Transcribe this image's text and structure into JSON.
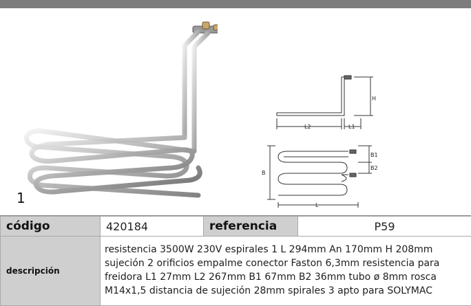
{
  "photo": {
    "number": "1"
  },
  "drawing": {
    "labels": {
      "h": "H",
      "l1": "L1",
      "l2": "L2",
      "b": "B",
      "b1": "B1",
      "b2": "B2",
      "l": "L"
    }
  },
  "table": {
    "codigo_label": "código",
    "codigo_value": "420184",
    "referencia_label": "referencia",
    "referencia_value": "P59",
    "descripcion_label": "descripción",
    "descripcion_text": "resistencia  3500W 230V espirales 1 L 294mm An 170mm H 208mm sujeción 2 orificios empalme conector Faston 6,3mm resistencia para freidora L1 27mm L2 267mm B1 67mm B2 36mm tubo ø 8mm rosca M14x1,5 distancia de sujeción 28mm spirales 3 apto para SOLYMAC"
  }
}
